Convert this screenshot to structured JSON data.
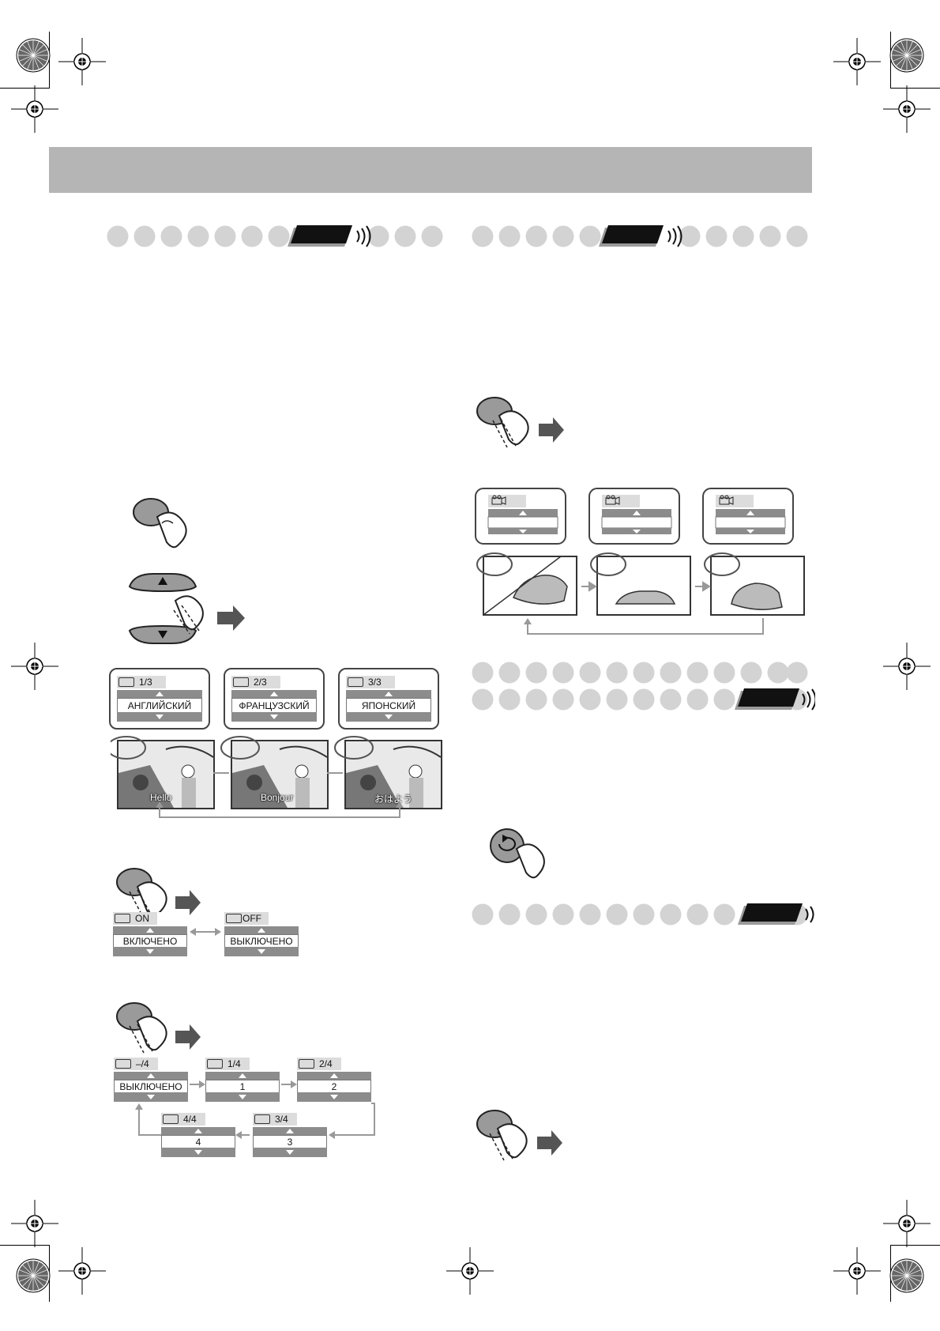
{
  "subtitle_menu": {
    "items": [
      {
        "counter": "1/3",
        "language": "АНГЛИЙСКИЙ",
        "scene_caption": "Hello"
      },
      {
        "counter": "2/3",
        "language": "ФРАНЦУЗСКИЙ",
        "scene_caption": "Bonjour"
      },
      {
        "counter": "3/3",
        "language": "ЯПОНСКИЙ",
        "scene_caption": "おはよう"
      }
    ]
  },
  "subtitle_toggle": {
    "on": {
      "counter": "ON",
      "value": "ВКЛЮЧЕНО"
    },
    "off": {
      "counter": "OFF",
      "value": "ВЫКЛЮЧЕНО"
    }
  },
  "subtitle_cycle": {
    "items": [
      {
        "counter": "–/4",
        "value": "ВЫКЛЮЧЕНО"
      },
      {
        "counter": "1/4",
        "value": "1"
      },
      {
        "counter": "2/4",
        "value": "2"
      },
      {
        "counter": "3/4",
        "value": "3"
      },
      {
        "counter": "4/4",
        "value": "4"
      }
    ]
  },
  "colors": {
    "header_bar": "#b5b5b5",
    "dot": "#d3d3d3",
    "osd_band": "#8c8c8c",
    "button": "#9a9a9a"
  }
}
